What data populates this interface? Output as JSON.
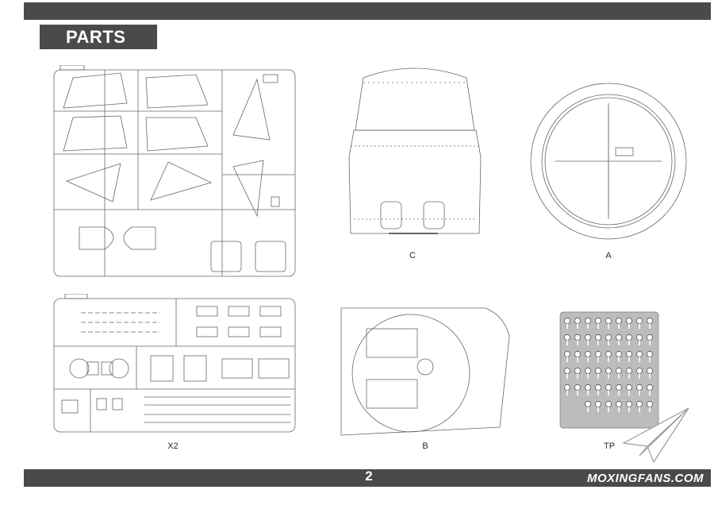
{
  "header": {
    "title": "PARTS"
  },
  "labels": {
    "sprue_a": "A",
    "sprue_b": "B",
    "sprue_c": "C",
    "sprue_x": "X2",
    "sprue_tp": "TP"
  },
  "footer": {
    "page_number": "2",
    "watermark": "MOXINGFANS.COM"
  },
  "colors": {
    "bar": "#4a4a4a",
    "line": "#555555",
    "etch": "#a8a8a8"
  }
}
